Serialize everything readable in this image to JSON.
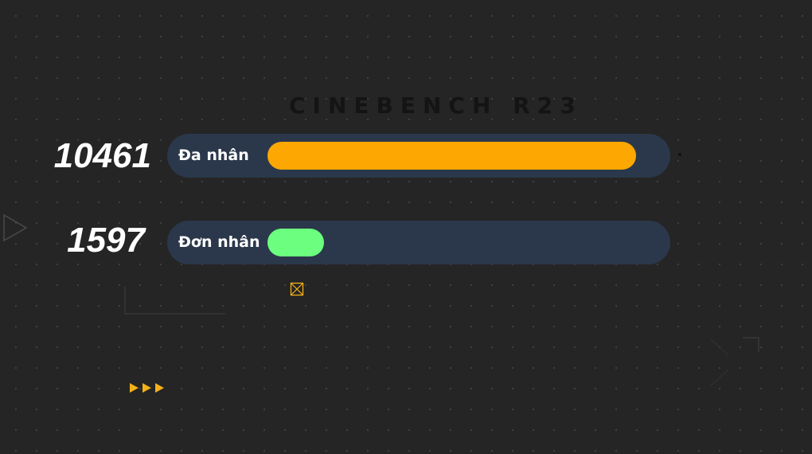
{
  "chart_data": {
    "type": "bar",
    "orientation": "horizontal",
    "title": "CINEBENCH R23",
    "categories": [
      "Đa nhân",
      "Đơn nhân"
    ],
    "values": [
      10461,
      1597
    ],
    "value_labels": [
      "10461",
      "1597"
    ],
    "xlim": [
      0,
      10461
    ],
    "grid": false,
    "legend": "none"
  },
  "colors": {
    "background": "#252525",
    "track": "#2b384b",
    "bars": [
      "#fca702",
      "#6bfe7f"
    ],
    "title": "#141414",
    "accent": "#f5b01a"
  },
  "icons": {
    "play_outline": "play-outline-icon",
    "crossed_box": "crossed-box-icon",
    "triple_arrow": "triple-arrow-icon"
  }
}
